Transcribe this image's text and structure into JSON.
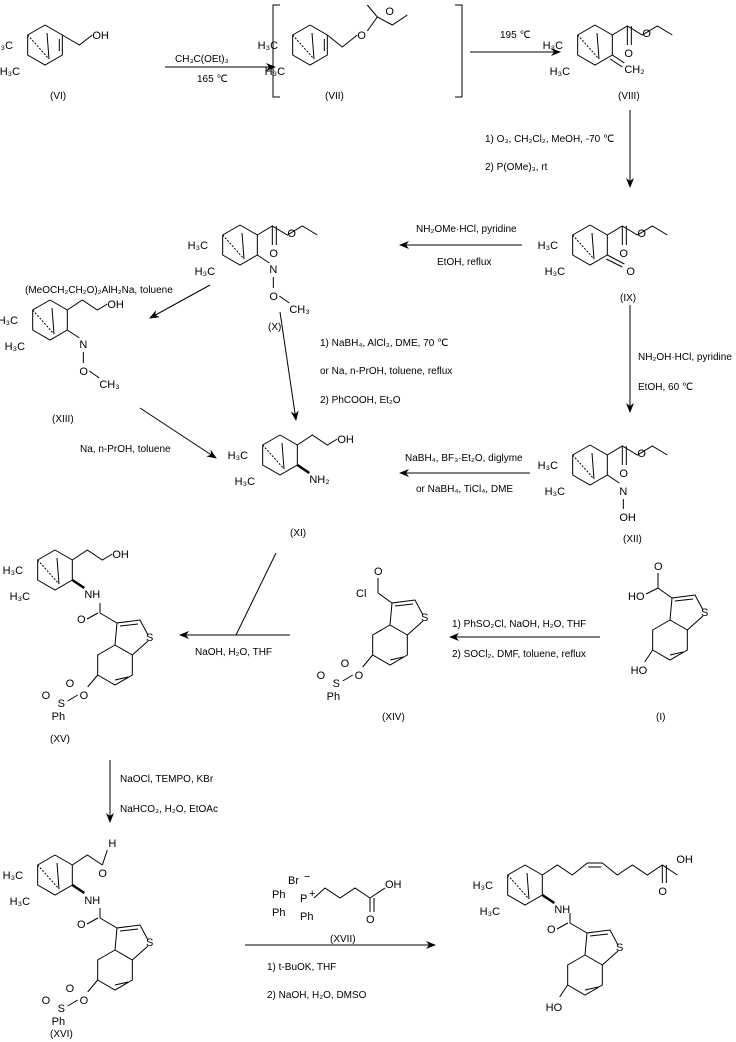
{
  "compounds": {
    "VI": "(VI)",
    "VII": "(VII)",
    "VIII": "(VIII)",
    "IX": "(IX)",
    "X": "(X)",
    "XIII": "(XIII)",
    "XI": "(XI)",
    "XII": "(XII)",
    "XV": "(XV)",
    "XIV": "(XIV)",
    "I": "(I)",
    "XVI": "(XVI)",
    "XVII": "(XVII)"
  },
  "atoms": {
    "h3c": "H₃C",
    "oh": "OH",
    "o": "O",
    "ch2": "CH₂",
    "n": "N",
    "ch3": "CH₃",
    "nh2": "NH₂",
    "nh": "NH",
    "s": "S",
    "cl": "Cl",
    "ho": "HO",
    "ph": "Ph",
    "br": "Br",
    "minus": "−",
    "p": "P",
    "plus": "+",
    "h": "H"
  },
  "reagents": {
    "step1_top": "CH₃C(OEt)₃",
    "step1_bottom": "165 ℃",
    "step2": "195 ℃",
    "step3_line1": "1) O₃, CH₂Cl₂, MeOH, -70 ℃",
    "step3_line2": "2) P(OMe)₃, rt",
    "step4_top": "NH₂OMe·HCl, pyridine",
    "step4_bottom": "EtOH, reflux",
    "step5": "(MeOCH₂CH₂O)₂AlH₂Na, toluene",
    "step6_line1": "1) NaBH₄, AlCl₃, DME, 70 ℃",
    "step6_line2": "or Na, n-PrOH, toluene, reflux",
    "step6_line3": "2) PhCOOH, Et₂O",
    "step7": "Na, n-PrOH, toluene",
    "step8_top": "NH₂OH·HCl, pyridine",
    "step8_bottom": "EtOH, 60 ℃",
    "step9_top": "NaBH₄, BF₃·Et₂O, diglyme",
    "step9_bottom": "or NaBH₄, TiCl₄, DME",
    "step10": "NaOH, H₂O, THF",
    "step11_line1": "1) PhSO₂Cl, NaOH, H₂O, THF",
    "step11_line2": "2) SOCl₂, DMF, toluene, reflux",
    "step12_line1": "NaOCl, TEMPO, KBr",
    "step12_line2": "NaHCO₃, H₂O, EtOAc",
    "step13_line1": "1) t-BuOK, THF",
    "step13_line2": "2) NaOH, H₂O, DMSO"
  }
}
